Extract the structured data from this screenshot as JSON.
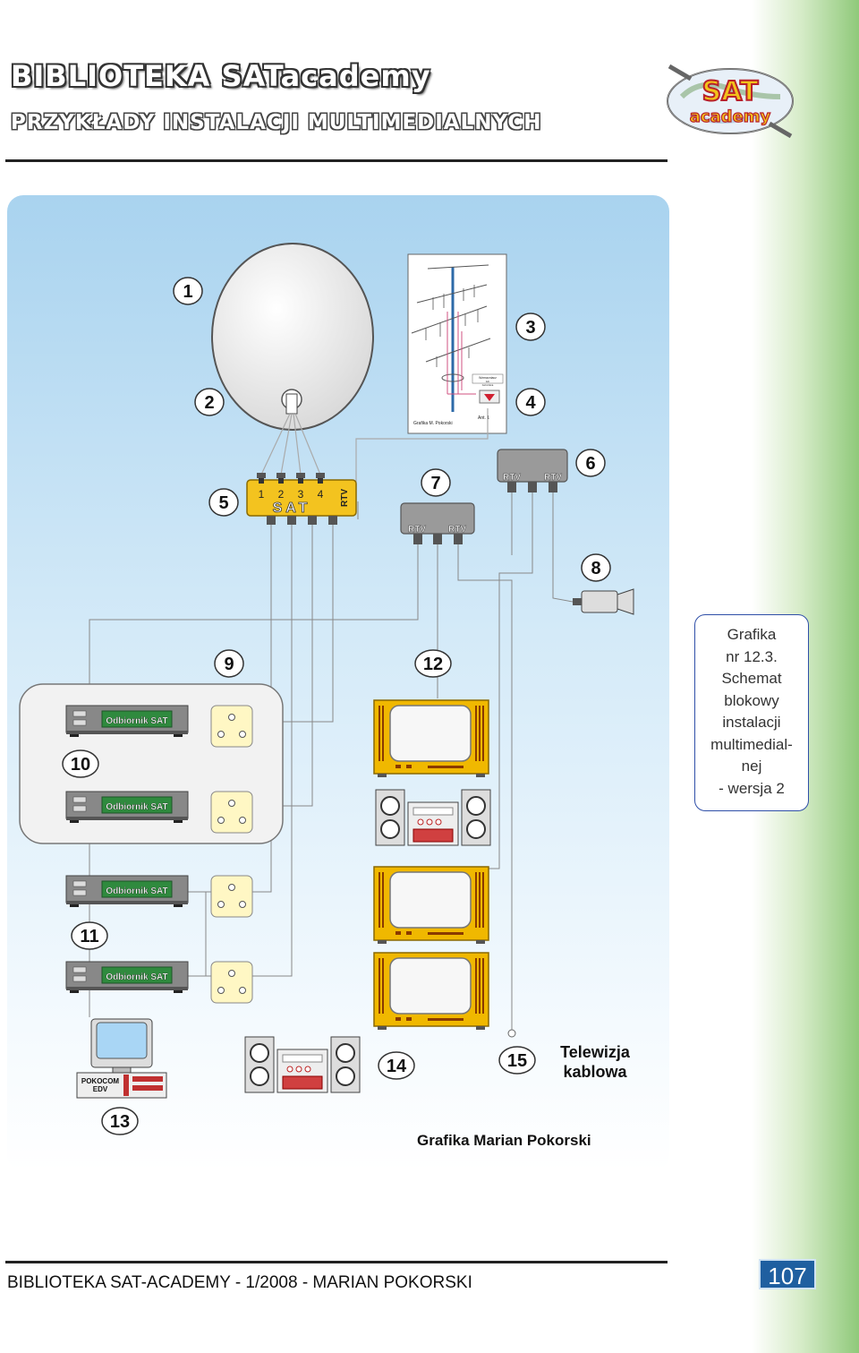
{
  "header": {
    "title_line1": "BIBLIOTEKA SATacademy",
    "title_line2": "PRZYKŁADY INSTALACJI MULTIMEDIALNYCH"
  },
  "logo": {
    "line1": "SAT",
    "line2": "academy"
  },
  "diagram": {
    "markers": [
      "1",
      "2",
      "3",
      "4",
      "5",
      "6",
      "7",
      "8",
      "9",
      "10",
      "11",
      "12",
      "13",
      "14",
      "15"
    ],
    "multiswitch": {
      "inputs": [
        "1",
        "2",
        "3",
        "4"
      ],
      "brand": "SAT",
      "side_label": "RTV"
    },
    "splitter_label": "RTV",
    "receiver_label": "Odbiornik SAT",
    "pc_label_line1": "POKOCOM",
    "pc_label_line2": "EDV",
    "antenna_credit": "Grafika M. Pokorski",
    "antenna_amp_line1": "Wzmacniacz",
    "antenna_amp_line2": "lub",
    "antenna_amp_line3": "zwrotnica",
    "antenna_ref": "Ant. 1"
  },
  "caption": {
    "lines": [
      "Grafika",
      "nr 12.3.",
      "Schemat",
      "blokowy",
      "instalacji",
      "multimedial-",
      "nej",
      "- wersja 2"
    ]
  },
  "cable_tv": {
    "line1": "Telewizja",
    "line2": "kablowa"
  },
  "credit": "Grafika Marian Pokorski",
  "footer": {
    "text": "BIBLIOTEKA SAT-ACADEMY - 1/2008 - MARIAN POKORSKI",
    "page": "107"
  }
}
